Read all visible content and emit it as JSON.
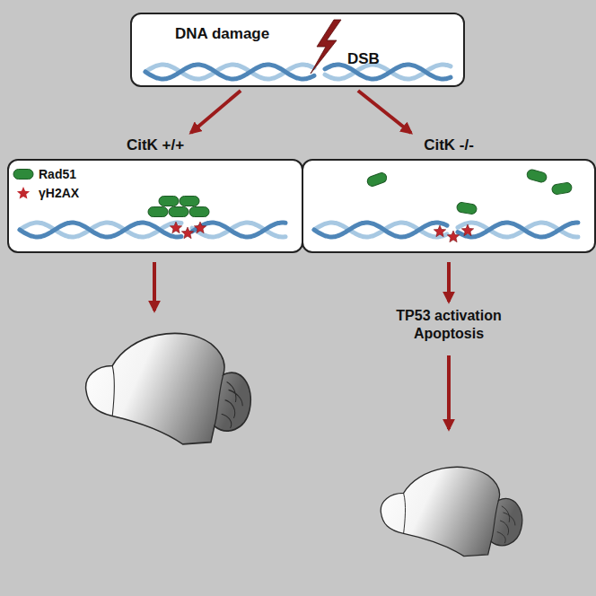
{
  "diagram": {
    "nodes": [
      {
        "text": [
          "DNA damage",
          "DSB"
        ]
      },
      {
        "text": [
          "CitK +/+"
        ]
      },
      {
        "text": [
          "CitK -/-"
        ]
      }
    ],
    "edges": [
      {
        "from": 0,
        "to": 1,
        "arrow": "to"
      },
      {
        "from": 0,
        "to": 2,
        "arrow": "to"
      }
    ],
    "labels": [
      "TP53 activation Apoptosis"
    ],
    "legend": [
      {
        "text": "Rad51",
        "color": "#2e8a3a"
      },
      {
        "text": "γH2AX",
        "color": "#c1272d"
      }
    ]
  }
}
